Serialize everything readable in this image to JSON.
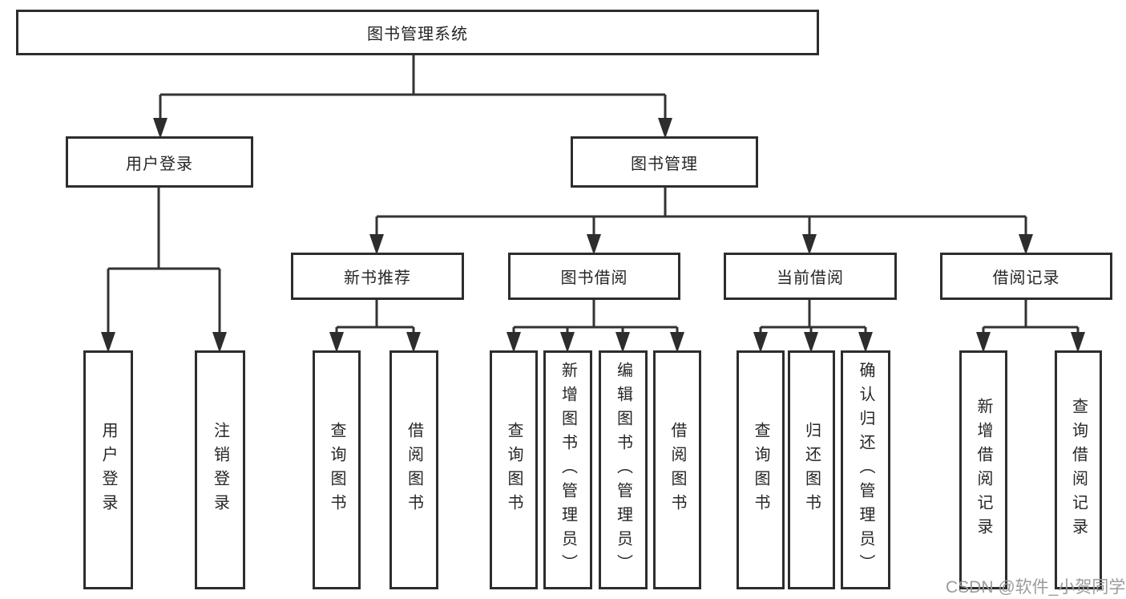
{
  "diagram_title": "图书管理系统",
  "tree": {
    "label": "图书管理系统",
    "children": [
      {
        "label": "用户登录",
        "children": [
          {
            "label": "用户登录"
          },
          {
            "label": "注销登录"
          }
        ]
      },
      {
        "label": "图书管理",
        "children": [
          {
            "label": "新书推荐",
            "children": [
              {
                "label": "查询图书"
              },
              {
                "label": "借阅图书"
              }
            ]
          },
          {
            "label": "图书借阅",
            "children": [
              {
                "label": "查询图书"
              },
              {
                "label": "新增图书（管理员）"
              },
              {
                "label": "编辑图书（管理员）"
              },
              {
                "label": "借阅图书"
              }
            ]
          },
          {
            "label": "当前借阅",
            "children": [
              {
                "label": "查询图书"
              },
              {
                "label": "归还图书"
              },
              {
                "label": "确认归还（管理员）"
              }
            ]
          },
          {
            "label": "借阅记录",
            "children": [
              {
                "label": "新增借阅记录"
              },
              {
                "label": "查询借阅记录"
              }
            ]
          }
        ]
      }
    ]
  },
  "watermark": {
    "text": "CSDN @软件_小贺同学"
  },
  "colors": {
    "line": "#333333",
    "box_border": "#2d2d2d",
    "text": "#262626",
    "watermark": "#9b9b9b",
    "background": "#ffffff"
  }
}
